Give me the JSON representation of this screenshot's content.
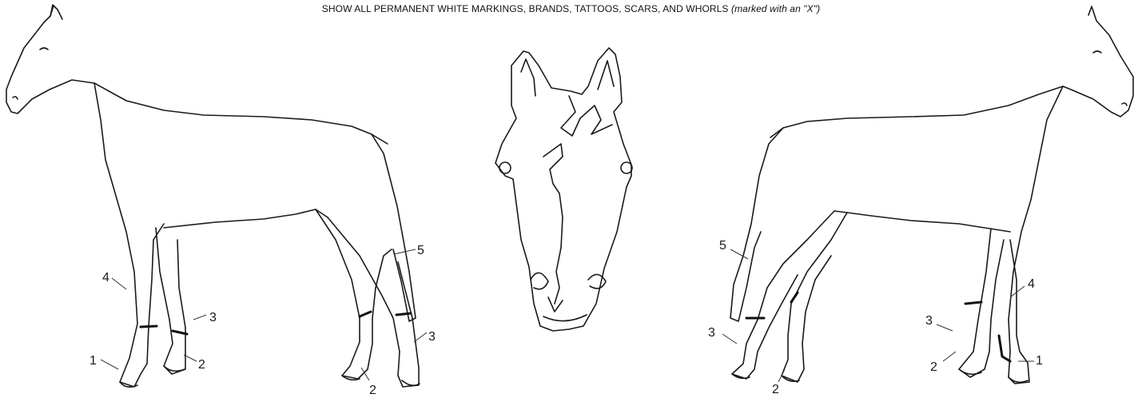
{
  "header": {
    "text": "SHOW ALL PERMANENT WHITE MARKINGS, BRANDS, TATTOOS, SCARS, AND WHORLS",
    "note": "(marked with an \"X\")"
  },
  "left_view": {
    "labels": [
      "4",
      "3",
      "1",
      "2",
      "5",
      "2",
      "3"
    ]
  },
  "right_view": {
    "labels": [
      "5",
      "4",
      "3",
      "3",
      "2",
      "2",
      "1"
    ]
  }
}
